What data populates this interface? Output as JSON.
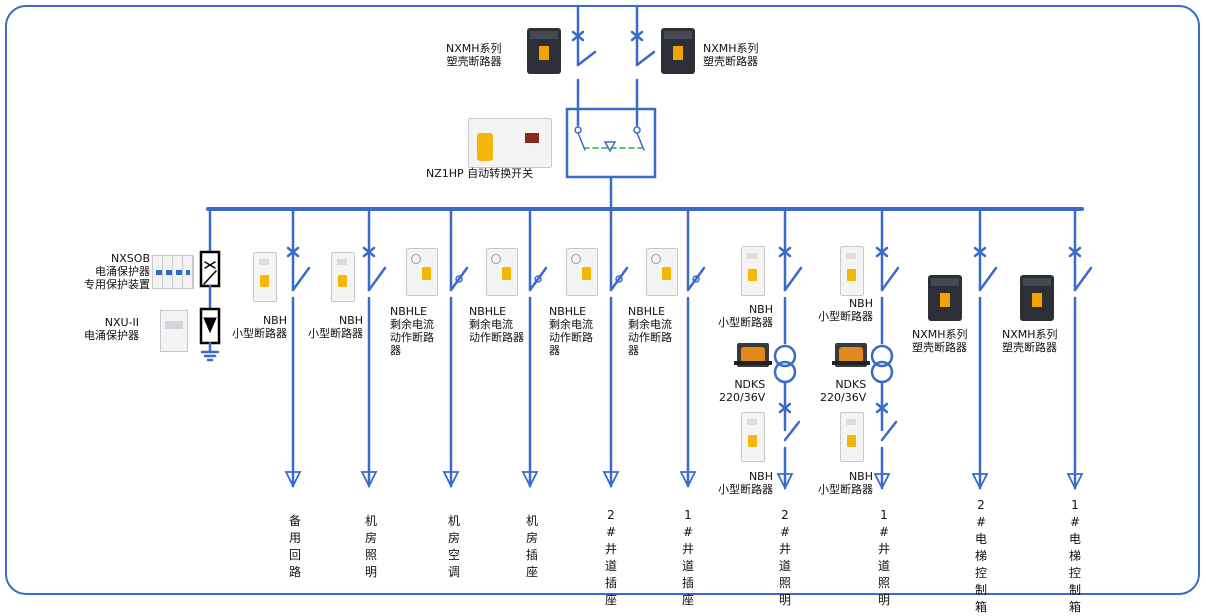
{
  "colors": {
    "line": "#3a6bc9",
    "frame": "#3a6bc9",
    "black": "#000000"
  },
  "incoming": [
    {
      "label_lines": [
        "NXMH系列",
        "塑壳断路器"
      ],
      "icon": "mccb-icon"
    },
    {
      "label_lines": [
        "NXMH系列",
        "塑壳断路器"
      ],
      "icon": "mccb-icon"
    }
  ],
  "ats": {
    "label": "NZ1HP  自动转换开关",
    "icon": "ats-icon"
  },
  "protection": [
    {
      "label_lines": [
        "NXSOB",
        "电涌保护器",
        "专用保护装置"
      ],
      "icon": "surge-protector-icon"
    },
    {
      "label_lines": [
        "NXU-II",
        "电涌保护器"
      ],
      "icon": "surge-protector-icon"
    }
  ],
  "branches": [
    {
      "device_lines": [
        "NBH",
        "小型断路器"
      ],
      "destination": "备用回路",
      "icon": "mcb-icon"
    },
    {
      "device_lines": [
        "NBH",
        "小型断路器"
      ],
      "destination": "机房照明",
      "icon": "mcb-icon"
    },
    {
      "device_lines": [
        "NBHLE",
        "剩余电流",
        "动作断路",
        "器"
      ],
      "destination": "机房空调",
      "icon": "rcbo-icon"
    },
    {
      "device_lines": [
        "NBHLE",
        "剩余电流",
        "动作断路器"
      ],
      "destination": "机房插座",
      "icon": "rcbo-icon"
    },
    {
      "device_lines": [
        "NBHLE",
        "剩余电流",
        "动作断路",
        "器"
      ],
      "destination": "2#井道插座",
      "icon": "rcbo-icon"
    },
    {
      "device_lines": [
        "NBHLE",
        "剩余电流",
        "动作断路",
        "器"
      ],
      "destination": "1#井道插座",
      "icon": "rcbo-icon"
    },
    {
      "device_lines": [
        "NBH",
        "小型断路器"
      ],
      "transformer_lines": [
        "NDKS",
        "220/36V"
      ],
      "lower_lines": [
        "NBH",
        "小型断路器"
      ],
      "destination": "2#井道照明",
      "icon": "mcb-icon"
    },
    {
      "device_lines": [
        "NBH",
        "小型断路器"
      ],
      "transformer_lines": [
        "NDKS",
        "220/36V"
      ],
      "lower_lines": [
        "NBH",
        "小型断路器"
      ],
      "destination": "1#井道照明",
      "icon": "mcb-icon"
    },
    {
      "device_lines": [
        "NXMH系列",
        "塑壳断路器"
      ],
      "destination": "2#电梯控制箱",
      "icon": "mccb-icon"
    },
    {
      "device_lines": [
        "NXMH系列",
        "塑壳断路器"
      ],
      "destination": "1#电梯控制箱",
      "icon": "mccb-icon"
    }
  ]
}
